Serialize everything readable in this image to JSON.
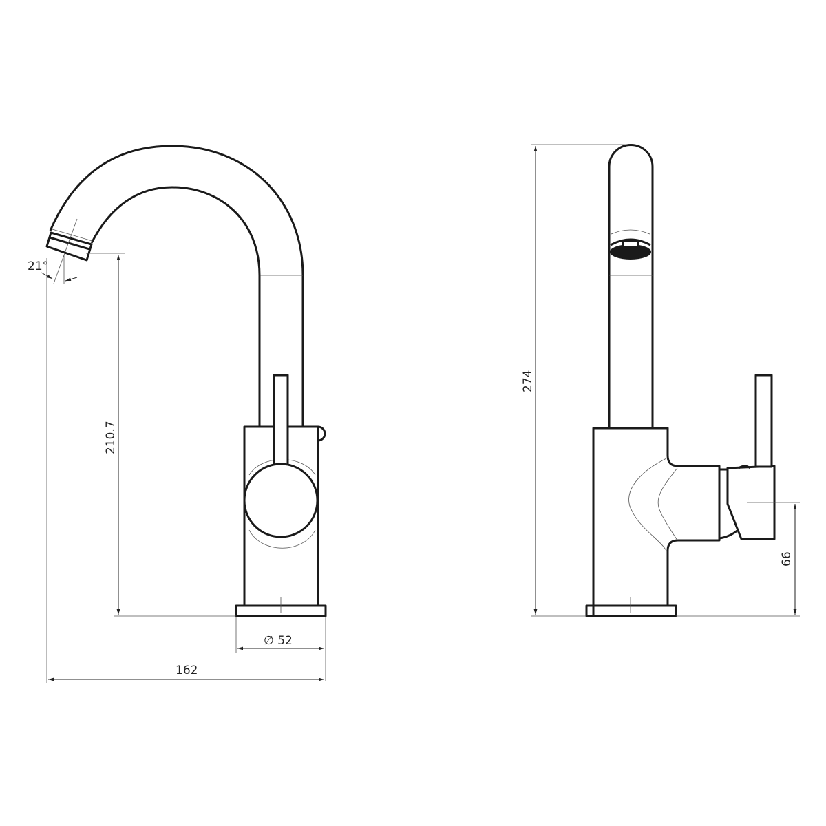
{
  "drawing": {
    "front_view": {
      "spout_angle_label": "21°",
      "spout_height_label": "210.7",
      "base_diameter_label": "∅ 52",
      "overall_reach_label": "162"
    },
    "side_view": {
      "overall_height_label": "274",
      "lever_axis_height_label": "66"
    },
    "line_color": "#1a1a1a",
    "background": "#ffffff"
  }
}
